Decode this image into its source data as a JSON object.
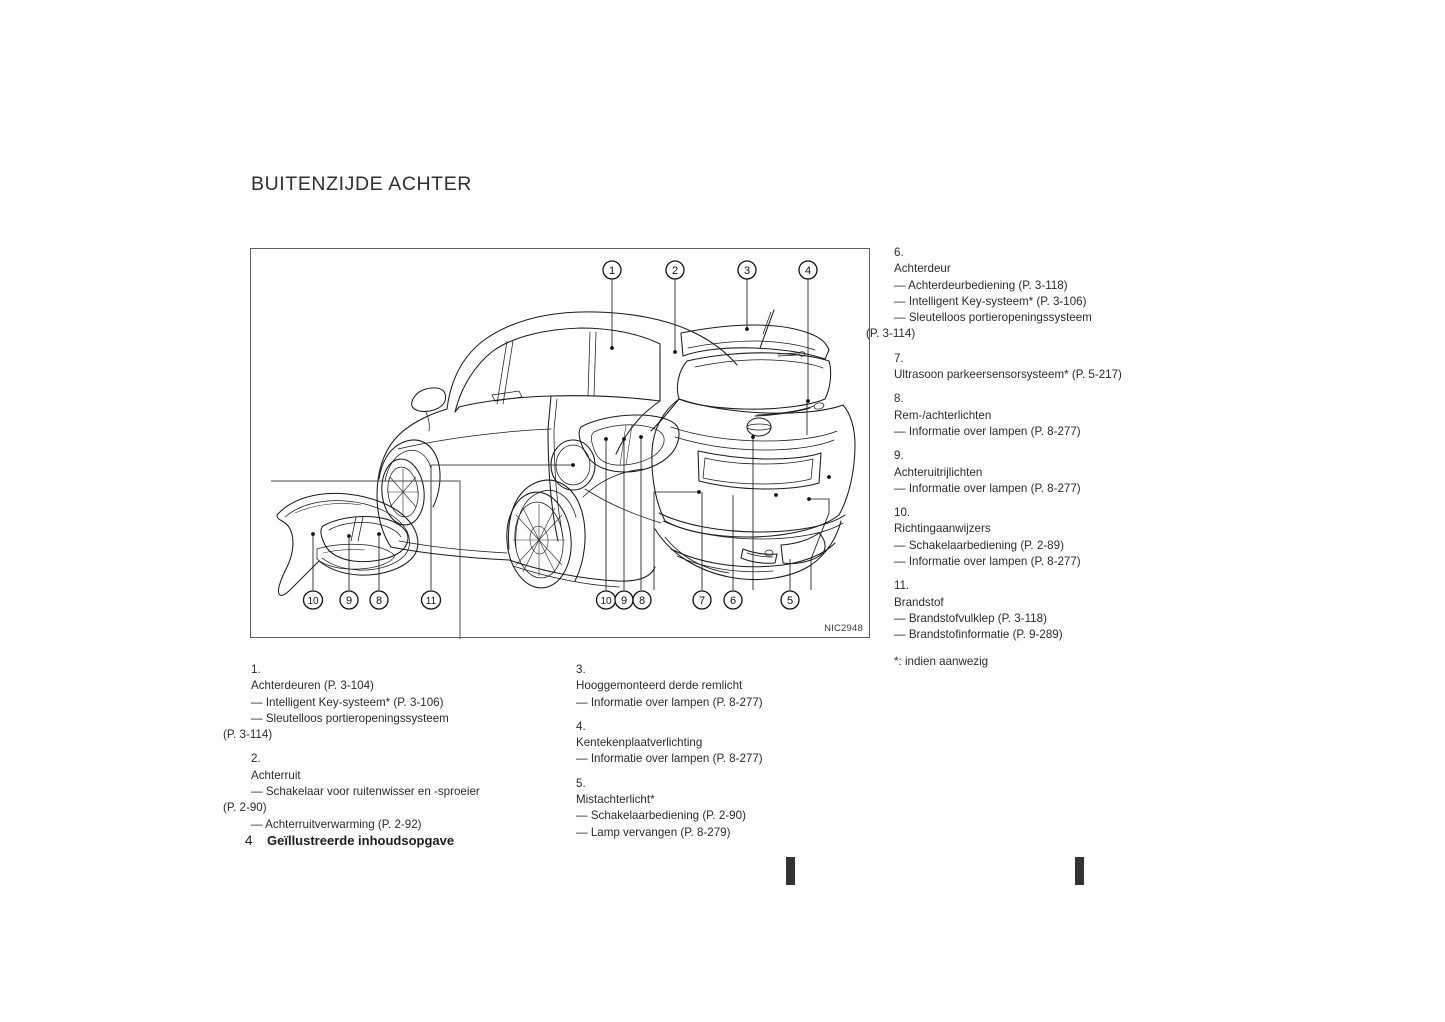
{
  "heading": "BUITENZIJDE ACHTER",
  "figure": {
    "caption": "NIC2948",
    "callouts_top": [
      "1",
      "2",
      "3",
      "4"
    ],
    "callouts_bottom": [
      "10",
      "9",
      "8",
      "11",
      "10",
      "9",
      "8",
      "7",
      "6",
      "5"
    ],
    "subject": "rear three-quarter line drawing of a hatchback car with tail light detail inset"
  },
  "lists": {
    "right": [
      {
        "num": "6.",
        "title": "Achterdeur",
        "subs": [
          "—  Achterdeurbediening (P. 3-118)",
          "—  Intelligent Key-systeem* (P. 3-106)",
          "—  Sleutelloos portieropeningssysteem"
        ],
        "cont": "(P. 3-114)"
      },
      {
        "num": "7.",
        "title": "Ultrasoon parkeersensorsysteem* (P. 5-217)",
        "subs": [],
        "cont": ""
      },
      {
        "num": "8.",
        "title": "Rem-/achterlichten",
        "subs": [
          "— Informatie over lampen (P. 8-277)"
        ],
        "cont": ""
      },
      {
        "num": "9.",
        "title": "Achteruitrijlichten",
        "subs": [
          "— Informatie over lampen (P. 8-277)"
        ],
        "cont": ""
      },
      {
        "num": "10.",
        "title": "Richtingaanwijzers",
        "subs": [
          "— Schakelaarbediening (P. 2-89)",
          "— Informatie over lampen (P. 8-277)"
        ],
        "cont": ""
      },
      {
        "num": "11.",
        "title": "Brandstof",
        "subs": [
          "—  Brandstofvulklep (P. 3-118)",
          "—  Brandstofinformatie (P. 9-289)"
        ],
        "cont": ""
      }
    ],
    "footnote": "*: indien aanwezig",
    "bottom_left": [
      {
        "num": "1.",
        "title": "Achterdeuren (P. 3-104)",
        "subs": [
          "—  Intelligent Key-systeem* (P. 3-106)",
          "—  Sleutelloos portieropeningssysteem"
        ],
        "cont": "(P. 3-114)"
      },
      {
        "num": "2.",
        "title": "Achterruit",
        "subs": [
          "—  Schakelaar voor ruitenwisser en -sproeier"
        ],
        "cont": "(P. 2-90)",
        "subs_after": [
          "—  Achterruitverwarming (P. 2-92)"
        ]
      }
    ],
    "bottom_mid": [
      {
        "num": "3.",
        "title": "Hooggemonteerd derde remlicht",
        "subs": [
          "— Informatie over lampen (P. 8-277)"
        ],
        "cont": ""
      },
      {
        "num": "4.",
        "title": "Kentekenplaatverlichting",
        "subs": [
          "— Informatie over lampen (P. 8-277)"
        ],
        "cont": ""
      },
      {
        "num": "5.",
        "title": "Mistachterlicht*",
        "subs": [
          "— Schakelaarbediening (P. 2-90)",
          "— Lamp vervangen (P. 8-279)"
        ],
        "cont": ""
      }
    ]
  },
  "footer": {
    "page_number": "4",
    "title": "Geïllustreerde inhoudsopgave"
  },
  "colors": {
    "text": "#2b2b2b",
    "frame": "#5d5d61",
    "line": "#1a1a1a",
    "reg_mark": "#333335"
  }
}
